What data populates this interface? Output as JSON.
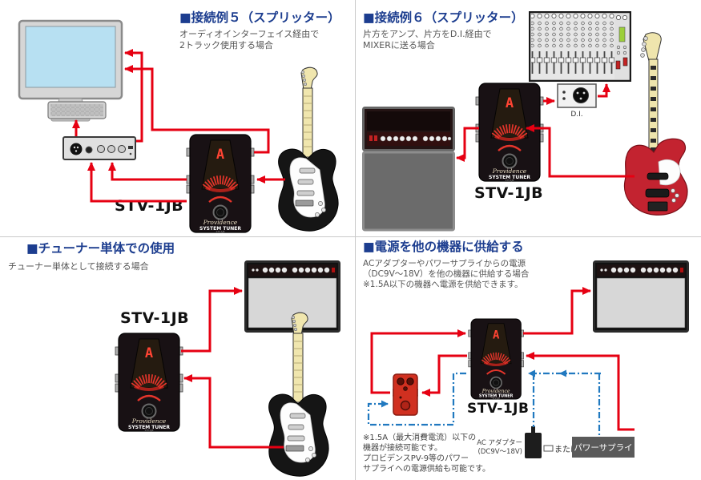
{
  "pedal": {
    "brand": "Providence",
    "model": "SYSTEM TUNER",
    "tagline": "STV-1JB",
    "display_note": "A"
  },
  "quadrants": {
    "q1": {
      "title": "■接続例５（スプリッター）",
      "subtitle1": "オーディオインターフェイス経由で",
      "subtitle2": "2トラック使用する場合",
      "device_label": "STV-1JB"
    },
    "q2": {
      "title": "■接続例６（スプリッター）",
      "subtitle1": "片方をアンプ、片方をD.I.経由で",
      "subtitle2": "MIXERに送る場合",
      "di_label": "D.I.",
      "device_label": "STV-1JB"
    },
    "q3": {
      "title": "■チューナー単体での使用",
      "subtitle1": "チューナー単体として接続する場合",
      "device_label": "STV-1JB"
    },
    "q4": {
      "title": "■電源を他の機器に供給する",
      "subtitle1": "ACアダプターやパワーサプライからの電源",
      "subtitle2": "（DC9V～18V）を他の機器に供給する場合",
      "subtitle3": "※1.5A以下の機器へ電源を供給できます。",
      "device_label": "STV-1JB",
      "ac_adapter_label1": "AC アダプター",
      "ac_adapter_label2": "(DC9V～18V)",
      "or_label": "または",
      "power_supply_label": "パワーサプライ",
      "notes": [
        "※1.5A（最大消費電流）以下の",
        "機器が接続可能です。",
        "プロビデンスPV-9等のパワー",
        "サプライへの電源供給も可能です。"
      ]
    }
  },
  "colors": {
    "accent_red": "#e60012",
    "power_blue": "#2179c0",
    "title_navy": "#1c3d8f"
  }
}
